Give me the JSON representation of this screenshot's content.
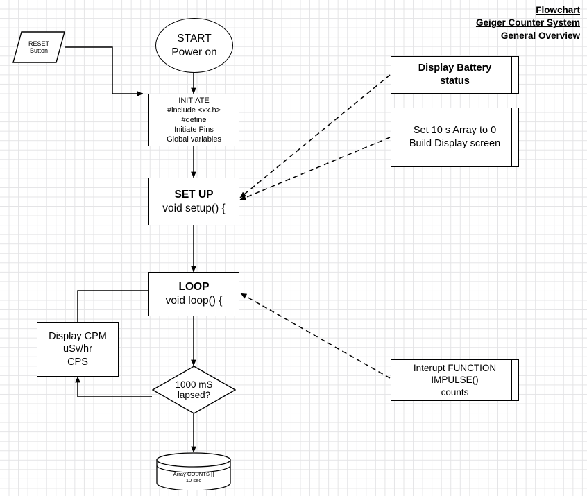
{
  "title": {
    "line1": "Flowchart",
    "line2": "Geiger Counter System",
    "line3": "General Overview"
  },
  "nodes": {
    "reset": {
      "label_line1": "RESET",
      "label_line2": "Button",
      "shape": "parallelogram"
    },
    "start": {
      "label_line1": "START",
      "label_line2": "Power on",
      "shape": "oval"
    },
    "initiate": {
      "line1": "INITIATE",
      "line2": "#include <xx.h>",
      "line3": "#define",
      "line4": "Initiate Pins",
      "line5": "Global variables",
      "shape": "rectangle"
    },
    "setup": {
      "line1": "SET UP",
      "line2": "void setup() {",
      "shape": "rectangle"
    },
    "loop": {
      "line1": "LOOP",
      "line2": "void loop() {",
      "shape": "rectangle"
    },
    "display_cpm": {
      "line1": "Display CPM",
      "line2": "uSv/hr",
      "line3": "CPS",
      "shape": "rectangle"
    },
    "decision": {
      "line1": "1000 mS",
      "line2": "lapsed?",
      "shape": "diamond"
    },
    "array_store": {
      "line1": "Array COUNTS []",
      "line2": "10 sec",
      "shape": "cylinder"
    },
    "battery": {
      "line1": "Display Battery status",
      "shape": "predefined-process"
    },
    "build_display": {
      "line1": "Set 10 s Array to 0",
      "line2": "Build Display screen",
      "shape": "predefined-process"
    },
    "interrupt": {
      "line1": "Interupt FUNCTION",
      "line2": "IMPULSE()",
      "line3": "counts",
      "shape": "predefined-process"
    }
  },
  "colors": {
    "stroke": "#000000",
    "fill": "#ffffff",
    "grid": "#e4e4e6"
  }
}
